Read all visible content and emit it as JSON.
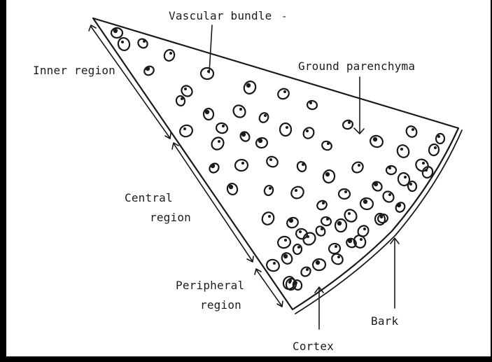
{
  "figure": {
    "labels": {
      "vascular_bundle": "Vascular bundle",
      "ground_parenchyma": "Ground parenchyma",
      "inner_region": "Inner region",
      "central_region_line1": "Central",
      "central_region_line2": "region",
      "peripheral_region_line1": "Peripheral",
      "peripheral_region_line2": "region",
      "bark": "Bark",
      "cortex": "Cortex"
    },
    "colors": {
      "ink": "#1a1a1a",
      "background": "#ffffff",
      "frame": "#000000"
    }
  }
}
